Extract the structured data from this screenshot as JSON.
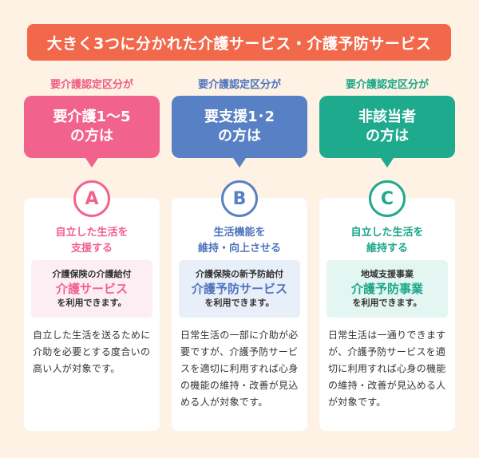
{
  "title": "大きく3つに分かれた介護サービス・介護予防サービス",
  "columns": [
    {
      "level_label": "要介護認定区分が",
      "bubble_line1": "要介護1～5",
      "bubble_line2": "の方は",
      "badge": "A",
      "sub_heading_line1": "自立した生活を",
      "sub_heading_line2": "支援する",
      "service_line1": "介護保険の介護給付",
      "service_line2": "介護サービス",
      "service_line3": "を利用できます。",
      "description": "自立した生活を送るために介助を必要とする度合いの高い人が対象です。"
    },
    {
      "level_label": "要介護認定区分が",
      "bubble_line1": "要支援1･2",
      "bubble_line2": "の方は",
      "badge": "B",
      "sub_heading_line1": "生活機能を",
      "sub_heading_line2": "維持・向上させる",
      "service_line1": "介護保険の新予防給付",
      "service_line2": "介護予防サービス",
      "service_line3": "を利用できます。",
      "description": "日常生活の一部に介助が必要ですが、介護予防サービスを適切に利用すれば心身の機能の維持・改善が見込める人が対象です。"
    },
    {
      "level_label": "要介護認定区分が",
      "bubble_line1": "非該当者",
      "bubble_line2": "の方は",
      "badge": "C",
      "sub_heading_line1": "自立した生活を",
      "sub_heading_line2": "維持する",
      "service_line1": "地域支援事業",
      "service_line2": "介護予防事業",
      "service_line3": "を利用できます。",
      "description": "日常生活は一通りできますが、介護予防サービスを適切に利用すれば心身の機能の維持・改善が見込める人が対象です。"
    }
  ],
  "colors": {
    "background": "#fdf2e3",
    "title_bar": "#f1684a",
    "pink": "#f1628d",
    "blue": "#5880c4",
    "green": "#1eaa8d"
  }
}
